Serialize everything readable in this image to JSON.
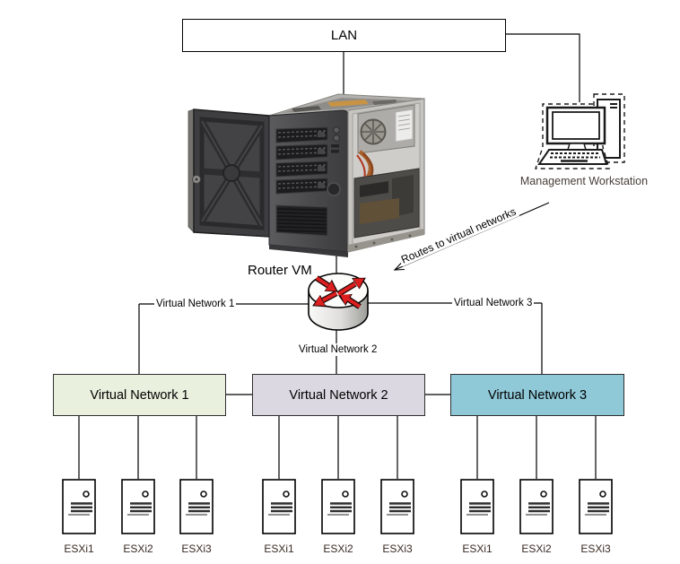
{
  "lan": {
    "label": "LAN"
  },
  "router": {
    "label": "Router VM"
  },
  "workstation": {
    "label": "Management Workstation"
  },
  "annotation": {
    "label": "Routes to virtual networks"
  },
  "links": {
    "vn1_label": "Virtual Network 1",
    "vn2_label": "Virtual Network 2",
    "vn3_label": "Virtual Network 3"
  },
  "networks": [
    {
      "label": "Virtual Network 1",
      "fill": "#e9f0dd",
      "hosts": [
        "ESXi1",
        "ESXi2",
        "ESXi3"
      ]
    },
    {
      "label": "Virtual Network 2",
      "fill": "#dcd8e2",
      "hosts": [
        "ESXi1",
        "ESXi2",
        "ESXi3"
      ]
    },
    {
      "label": "Virtual Network 3",
      "fill": "#8fc8d7",
      "hosts": [
        "ESXi1",
        "ESXi2",
        "ESXi3"
      ]
    }
  ],
  "icons": {
    "server": "server-chassis-photo",
    "router": "cisco-router-cylinder",
    "workstation": "desktop-computer-clipart",
    "host": "server-tower"
  },
  "colors": {
    "router_arrow": "#dd1f1f",
    "connector": "#000000",
    "esxi_label_text": "#3a2a22"
  }
}
